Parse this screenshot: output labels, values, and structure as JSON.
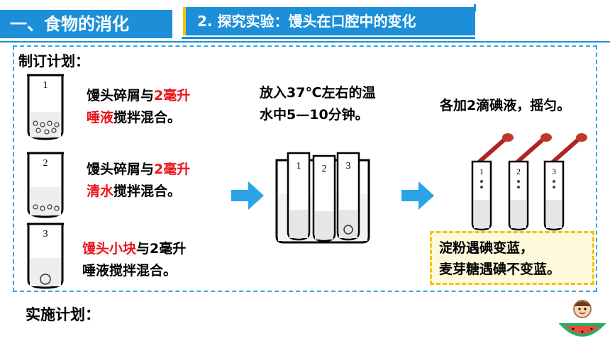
{
  "header": {
    "section_title": "一、食物的消化",
    "subtitle": "2. 探究实验：馒头在口腔中的变化"
  },
  "plan": {
    "title": "制订计划：",
    "tube1": {
      "label": "1",
      "text_a": "馒头碎屑与",
      "text_red1": "2毫升",
      "text_red2": "唾液",
      "text_b": "搅拌混合。"
    },
    "tube2": {
      "label": "2",
      "text_a": "馒头碎屑与",
      "text_red1": "2毫升",
      "text_red2": "清水",
      "text_b": "搅拌混合。"
    },
    "tube3": {
      "label": "3",
      "text_red": "馒头小块",
      "text_a": "与2毫升",
      "text_b": "唾液搅拌混合。"
    },
    "step2_line1": "放入37℃左右的温",
    "step2_line2": "水中5—10分钟。",
    "step3": "各加2滴碘液，摇匀。",
    "beaker_labels": [
      "1",
      "2",
      "3"
    ],
    "note_line1": "淀粉遇碘变蓝，",
    "note_line2": "麦芽糖遇碘不变蓝。"
  },
  "implement": {
    "title": "实施计划："
  },
  "colors": {
    "accent_blue": "#1d8fd8",
    "highlight_red": "#e8141a",
    "note_border": "#f4c20d"
  }
}
